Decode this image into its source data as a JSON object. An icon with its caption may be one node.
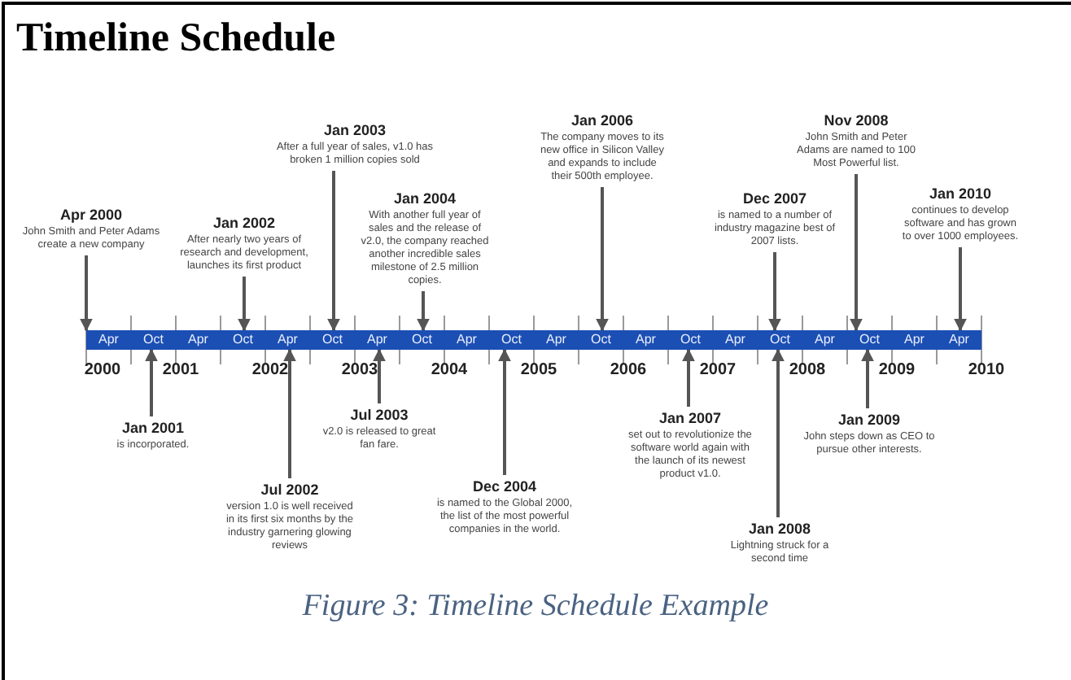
{
  "diagram": {
    "title": "Timeline Schedule",
    "caption": "Figure 3: Timeline Schedule Example",
    "nodes": [
      {
        "text": [
          "Apr 2000",
          "John Smith and Peter Adams create a new company"
        ]
      },
      {
        "text": [
          "Jan 2002",
          "After nearly two years of research and development, launches its first product"
        ]
      },
      {
        "text": [
          "Jan 2003",
          "After a full year of sales, v1.0 has broken 1 million copies sold"
        ]
      },
      {
        "text": [
          "Jan 2004",
          "With another full year of sales and the release of v2.0, the company reached another incredible sales milestone of 2.5 million copies."
        ]
      },
      {
        "text": [
          "Jan 2006",
          "The company moves to its new office in Silicon Valley and expands to include their 500th employee."
        ]
      },
      {
        "text": [
          "Dec 2007",
          "is named to a number of industry magazine best of 2007 lists."
        ]
      },
      {
        "text": [
          "Nov 2008",
          "John Smith and Peter Adams are named to 100 Most Powerful list."
        ]
      },
      {
        "text": [
          "Jan 2010",
          "continues to develop software and has grown to over 1000 employees."
        ]
      },
      {
        "text": [],
        "shape": "bar"
      },
      {
        "text": [
          "Jan 2001",
          "is incorporated."
        ]
      },
      {
        "text": [
          "Jul 2002",
          "version 1.0 is well received in its first six months by the industry garnering glowing reviews"
        ]
      },
      {
        "text": [
          "Jul 2003",
          "v2.0 is released to great fan fare."
        ]
      },
      {
        "text": [
          "Dec 2004",
          "is named to the Global 2000, the list of the most powerful companies in the world."
        ]
      },
      {
        "text": [
          "Jan 2007",
          "set out to revolutionize the software world again with the launch of its newest product v1.0."
        ]
      },
      {
        "text": [
          "Jan 2008",
          "Lightning struck for a second time"
        ]
      },
      {
        "text": [
          "Jan 2009",
          "John steps down as CEO to pursue other interests."
        ]
      }
    ],
    "edges": [
      {
        "from": 0,
        "to": 8,
        "arrow": "to"
      },
      {
        "from": 1,
        "to": 8,
        "arrow": "to"
      },
      {
        "from": 2,
        "to": 8,
        "arrow": "to"
      },
      {
        "from": 3,
        "to": 8,
        "arrow": "to"
      },
      {
        "from": 4,
        "to": 8,
        "arrow": "to"
      },
      {
        "from": 5,
        "to": 8,
        "arrow": "to"
      },
      {
        "from": 6,
        "to": 8,
        "arrow": "to"
      },
      {
        "from": 7,
        "to": 8,
        "arrow": "to"
      },
      {
        "from": 9,
        "to": 8,
        "arrow": "to"
      },
      {
        "from": 10,
        "to": 8,
        "arrow": "to"
      },
      {
        "from": 11,
        "to": 8,
        "arrow": "to"
      },
      {
        "from": 12,
        "to": 8,
        "arrow": "to"
      },
      {
        "from": 13,
        "to": 8,
        "arrow": "to"
      },
      {
        "from": 14,
        "to": 8,
        "arrow": "to"
      },
      {
        "from": 15,
        "to": 8,
        "arrow": "to"
      }
    ],
    "labels": [
      "Apr",
      "Oct",
      "Apr",
      "Oct",
      "Apr",
      "Oct",
      "Apr",
      "Oct",
      "Apr",
      "Oct",
      "Apr",
      "Oct",
      "Apr",
      "Oct",
      "Apr",
      "Oct",
      "Apr",
      "Oct",
      "Apr",
      "Apr",
      "2000",
      "2001",
      "2002",
      "2003",
      "2004",
      "2005",
      "2006",
      "2007",
      "2008",
      "2009",
      "2010"
    ]
  }
}
